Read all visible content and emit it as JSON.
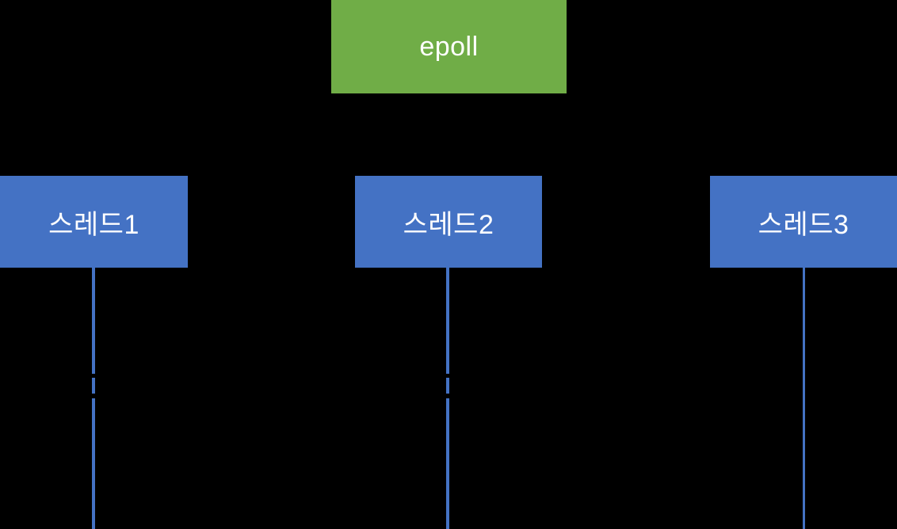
{
  "diagram": {
    "background_color": "#000000",
    "nodes": {
      "epoll": {
        "label": "epoll",
        "fill_color": "#70AD47",
        "text_color": "#FFFFFF"
      },
      "thread1": {
        "label": "스레드1",
        "fill_color": "#4472C4",
        "text_color": "#FFFFFF"
      },
      "thread2": {
        "label": "스레드2",
        "fill_color": "#4472C4",
        "text_color": "#FFFFFF"
      },
      "thread3": {
        "label": "스레드3",
        "fill_color": "#4472C4",
        "text_color": "#FFFFFF"
      }
    },
    "timelines": {
      "color": "#4472C4",
      "thread1_segments": 3,
      "thread2_segments": 3,
      "thread3_segments": 1
    }
  }
}
